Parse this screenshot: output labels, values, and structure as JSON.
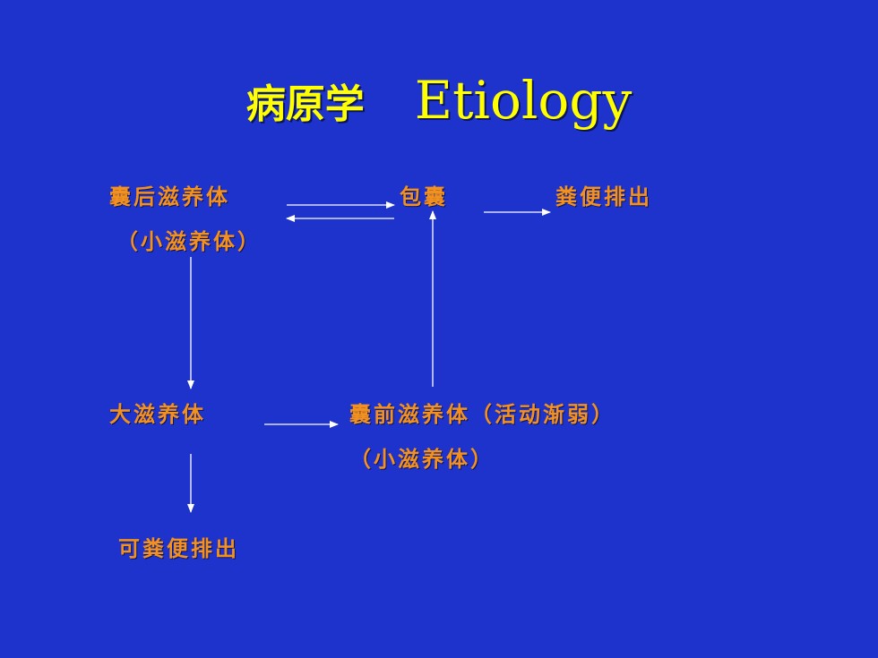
{
  "title": {
    "chinese": "病原学",
    "english": "Etiology"
  },
  "nodes": {
    "post_cyst": "囊后滋养体",
    "post_cyst_alias": "（小滋养体）",
    "cyst": "包囊",
    "cyst_excreted": "粪便排出",
    "large_trophozoite": "大滋养体",
    "pre_cyst": "囊前滋养体（活动渐弱）",
    "pre_cyst_alias": "（小滋养体）",
    "trophozoite_excreted": "可粪便排出"
  },
  "colors": {
    "background": "#1d33cc",
    "title": "#ffff00",
    "node_text": "#f29020",
    "arrow": "#ffffff"
  }
}
